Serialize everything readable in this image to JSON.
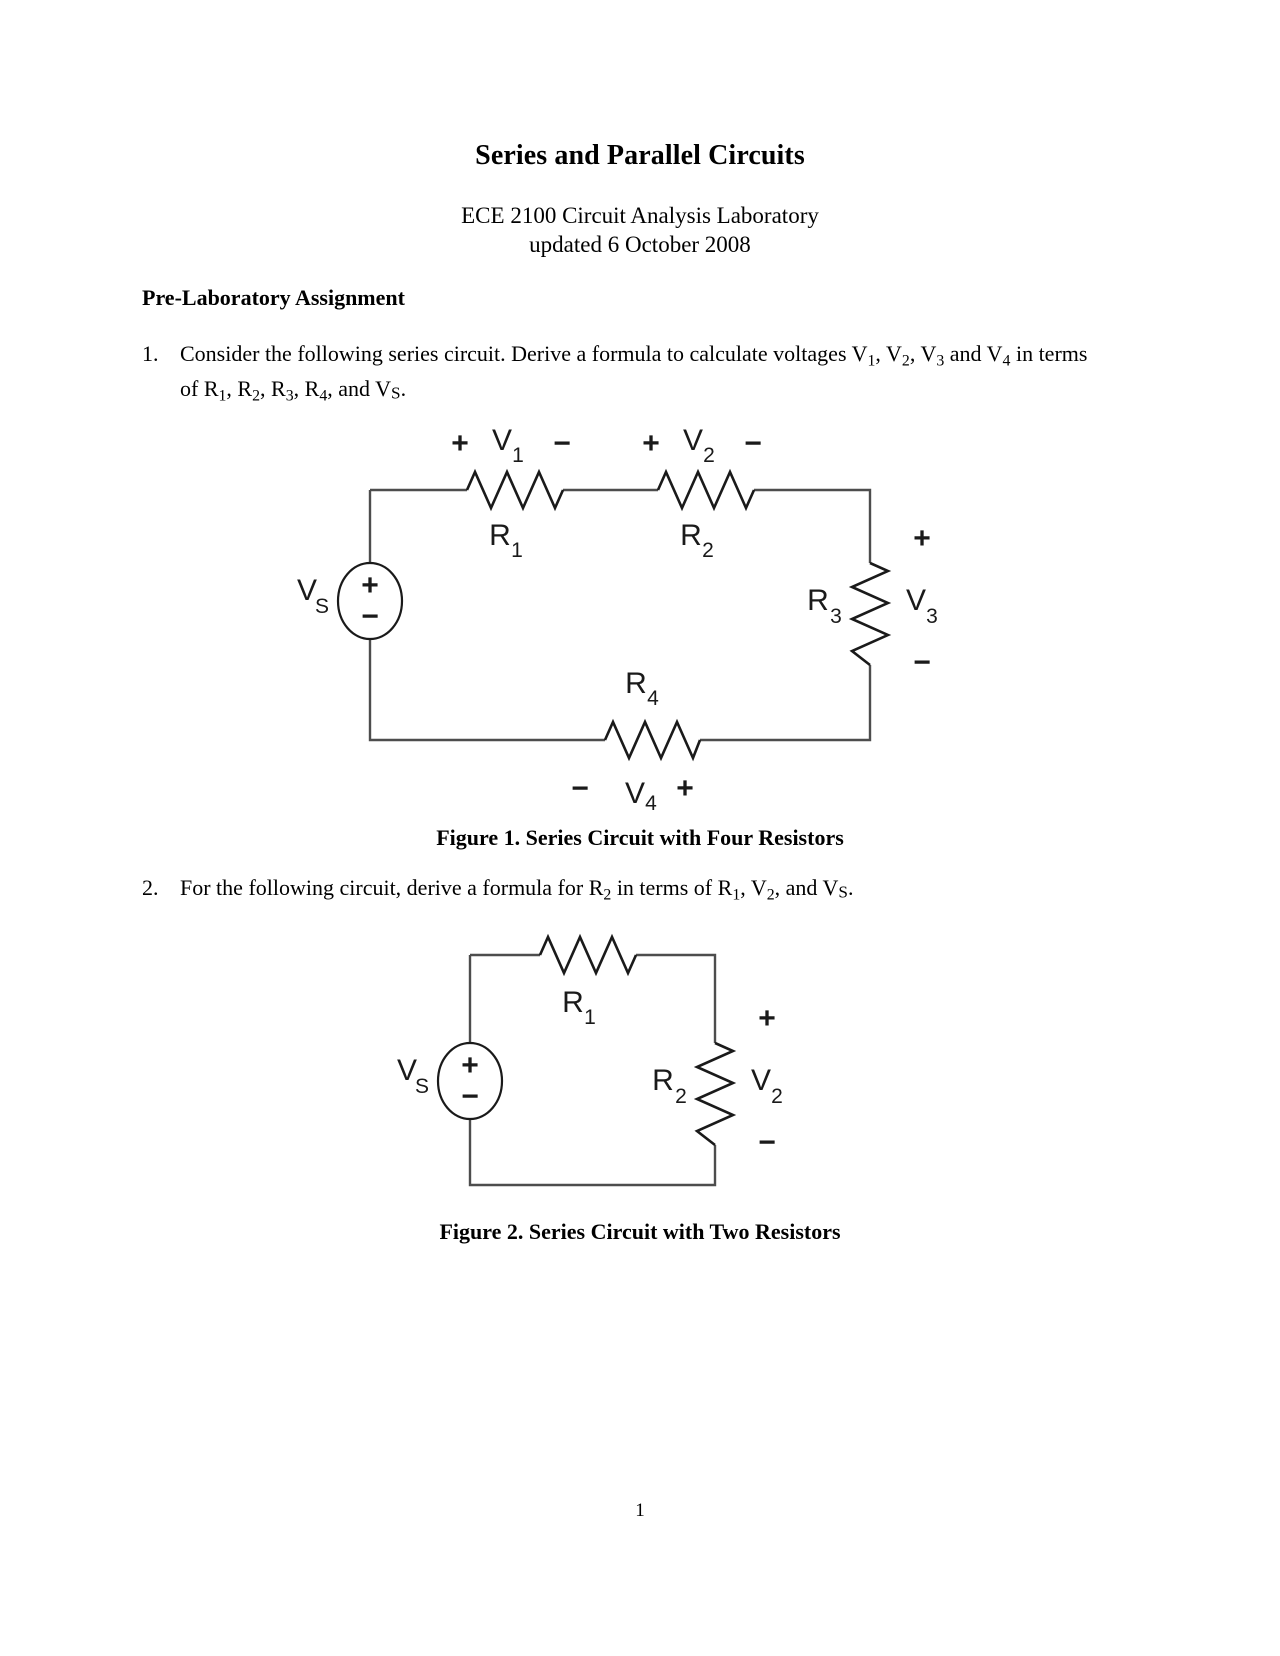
{
  "document": {
    "title": "Series and Parallel Circuits",
    "subtitle_line_1": "ECE 2100 Circuit Analysis Laboratory",
    "subtitle_line_2": "updated 6 October 2008",
    "section_heading": "Pre-Laboratory Assignment",
    "page_number": "1"
  },
  "items": [
    {
      "number": "1.",
      "text_part_1": "Consider the following series circuit.  Derive a formula to calculate voltages V",
      "sub_1": "1",
      "text_part_2": ", V",
      "sub_2": "2",
      "text_part_3": ", V",
      "sub_3": "3",
      "text_part_4": " and V",
      "sub_4": "4",
      "text_part_5": " in terms of R",
      "sub_5": "1",
      "text_part_6": ", R",
      "sub_6": "2",
      "text_part_7": ", R",
      "sub_7": "3",
      "text_part_8": ", R",
      "sub_8": "4",
      "text_part_9": ", and V",
      "sub_9": "S",
      "text_part_10": "."
    },
    {
      "number": "2.",
      "text_part_1": "For the following circuit, derive a formula for R",
      "sub_1": "2",
      "text_part_2": " in terms of R",
      "sub_2": "1",
      "text_part_3": ", V",
      "sub_3": "2",
      "text_part_4": ", and V",
      "sub_4": "S",
      "text_part_5": "."
    }
  ],
  "figure_1": {
    "caption": "Figure 1.  Series Circuit with Four Resistors",
    "source_label": "V",
    "source_sub": "S",
    "source_plus": "+",
    "source_minus": "−",
    "resistors": [
      {
        "label": "R",
        "sub": "1"
      },
      {
        "label": "R",
        "sub": "2"
      },
      {
        "label": "R",
        "sub": "3"
      },
      {
        "label": "R",
        "sub": "4"
      }
    ],
    "voltages": [
      {
        "label": "V",
        "sub": "1",
        "plus": "+",
        "minus": "−"
      },
      {
        "label": "V",
        "sub": "2",
        "plus": "+",
        "minus": "−"
      },
      {
        "label": "V",
        "sub": "3",
        "plus": "+",
        "minus": "−"
      },
      {
        "label": "V",
        "sub": "4",
        "plus": "+",
        "minus": "−"
      }
    ]
  },
  "figure_2": {
    "caption": "Figure 2.   Series Circuit with Two Resistors",
    "source_label": "V",
    "source_sub": "S",
    "source_plus": "+",
    "source_minus": "−",
    "resistors": [
      {
        "label": "R",
        "sub": "1"
      },
      {
        "label": "R",
        "sub": "2"
      }
    ],
    "voltages": [
      {
        "label": "V",
        "sub": "2",
        "plus": "+",
        "minus": "−"
      }
    ]
  },
  "colors": {
    "text": "#000000",
    "wire": "#4d4d4d",
    "component": "#1a1a1a",
    "background": "#ffffff"
  }
}
